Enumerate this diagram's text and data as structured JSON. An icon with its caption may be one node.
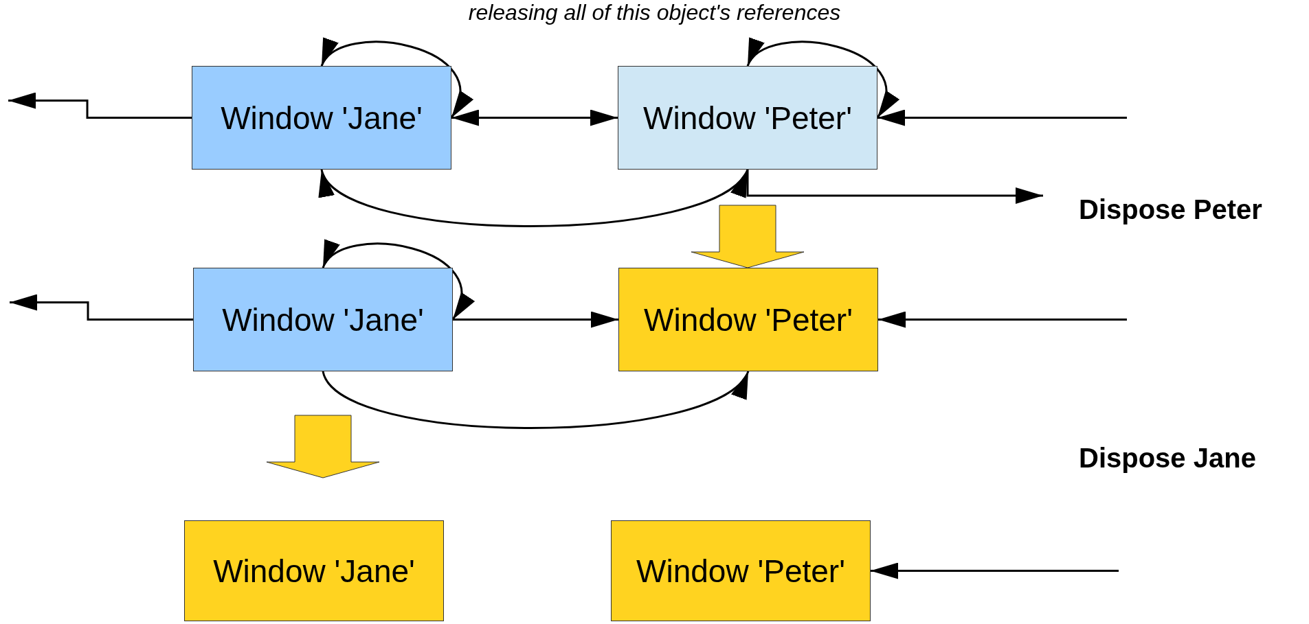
{
  "diagram": {
    "title": "releasing all of this object's references",
    "nodes": [
      {
        "text": [
          "Window 'Jane'"
        ]
      },
      {
        "text": [
          "Window 'Peter'"
        ]
      },
      {
        "text": [
          "Window 'Jane'"
        ]
      },
      {
        "text": [
          "Window 'Peter'"
        ]
      },
      {
        "text": [
          "Window 'Jane'"
        ]
      },
      {
        "text": [
          "Window 'Peter'"
        ]
      }
    ],
    "edges": [
      {
        "from": 0,
        "to": null,
        "arrow": "to"
      },
      {
        "from": 0,
        "to": 0,
        "arrow": "both"
      },
      {
        "from": 0,
        "to": 1,
        "arrow": "both"
      },
      {
        "from": 1,
        "to": 1,
        "arrow": "both"
      },
      {
        "from": null,
        "to": 1,
        "arrow": "to"
      },
      {
        "from": 1,
        "to": null,
        "arrow": "to"
      },
      {
        "from": 0,
        "to": 1,
        "arrow": "both"
      },
      {
        "from": 1,
        "to": 3,
        "arrow": "to",
        "style": "thick",
        "color": "#ffd320"
      },
      {
        "from": 2,
        "to": null,
        "arrow": "to"
      },
      {
        "from": 2,
        "to": 2,
        "arrow": "both"
      },
      {
        "from": 2,
        "to": 3,
        "arrow": "to"
      },
      {
        "from": null,
        "to": 3,
        "arrow": "to"
      },
      {
        "from": 2,
        "to": 3,
        "arrow": "to"
      },
      {
        "from": 2,
        "to": 4,
        "arrow": "to",
        "style": "thick",
        "color": "#ffd320"
      },
      {
        "from": null,
        "to": 5,
        "arrow": "to"
      }
    ],
    "labels": [
      "Dispose Peter",
      "Dispose Jane"
    ]
  }
}
